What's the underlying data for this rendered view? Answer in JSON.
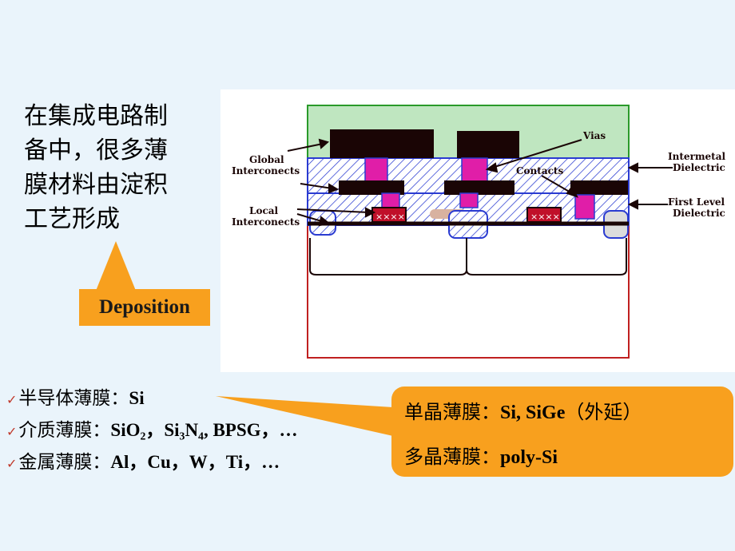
{
  "intro": {
    "lines": [
      "在集成电路制",
      "备中，很多薄",
      "膜材料由淀积",
      "工艺形成"
    ]
  },
  "deposition_label": "Deposition",
  "diagram": {
    "labels": {
      "vias": "Vias",
      "global": [
        "Global",
        "Interconects"
      ],
      "intermetal": [
        "Intermetal",
        "Dielectric"
      ],
      "contacts": "Contacts",
      "local": [
        "Local",
        "Interconects"
      ],
      "first_level": [
        "First Level",
        "Dielectric"
      ]
    }
  },
  "bullets": [
    {
      "cjk": "半导体薄膜：",
      "rest": "Si"
    },
    {
      "cjk": "介质薄膜：",
      "rest": "SiO₂，Si₃N₄, BPSG，…"
    },
    {
      "cjk": "金属薄膜：",
      "rest": "Al，Cu，W，Ti，…"
    }
  ],
  "callout": {
    "line1_cjk": "单晶薄膜：",
    "line1_lat": "Si, SiGe",
    "line1_tail": "（外延）",
    "line2_cjk": "多晶薄膜：",
    "line2_lat": "poly-Si"
  },
  "colors": {
    "background": "#eaf4fb",
    "orange": "#f8a01e",
    "green_layer": "#bfe6c0",
    "via_magenta": "#e01ea8",
    "hatch_blue": "#2a3bd1"
  }
}
